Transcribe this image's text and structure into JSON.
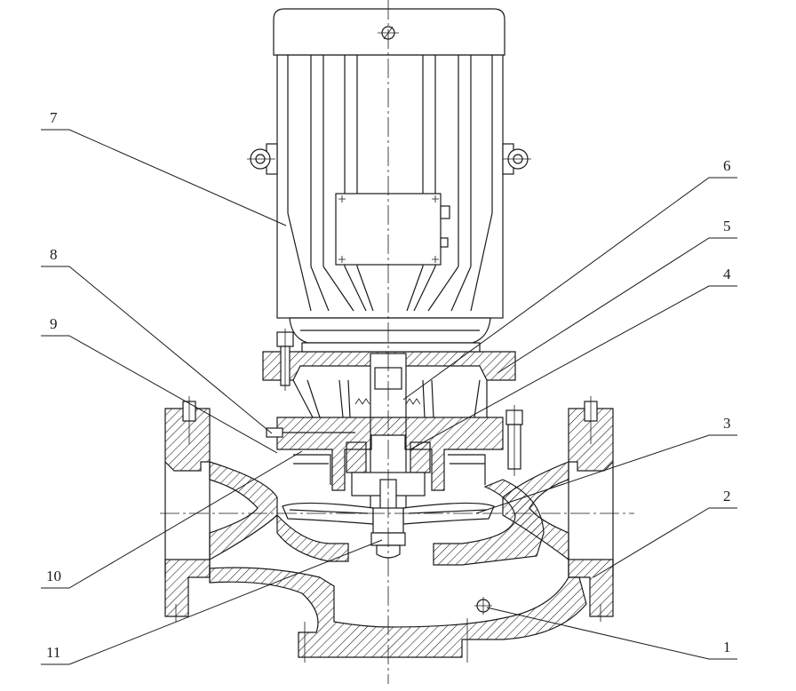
{
  "callouts": [
    {
      "id": "c1",
      "label": "1"
    },
    {
      "id": "c2",
      "label": "2"
    },
    {
      "id": "c3",
      "label": "3"
    },
    {
      "id": "c4",
      "label": "4"
    },
    {
      "id": "c5",
      "label": "5"
    },
    {
      "id": "c6",
      "label": "6"
    },
    {
      "id": "c7",
      "label": "7"
    },
    {
      "id": "c8",
      "label": "8"
    },
    {
      "id": "c9",
      "label": "9"
    },
    {
      "id": "c10",
      "label": "10"
    },
    {
      "id": "c11",
      "label": "11"
    }
  ],
  "colors": {
    "line": "#1a1a1a",
    "background": "#ffffff"
  }
}
